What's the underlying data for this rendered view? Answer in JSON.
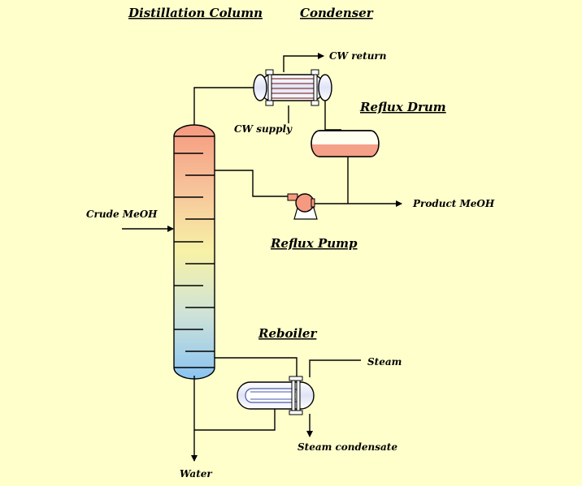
{
  "headings": {
    "distillation_column": "Distillation Column",
    "condenser": "Condenser",
    "reflux_drum": "Reflux Drum",
    "reflux_pump": "Reflux Pump",
    "reboiler": "Reboiler"
  },
  "streams": {
    "cw_return": "CW return",
    "cw_supply": "CW supply",
    "crude_meoh": "Crude MeOH",
    "product_meoh": "Product MeOH",
    "steam": "Steam",
    "steam_condensate": "Steam condensate",
    "water": "Water"
  },
  "colors": {
    "background": "#ffffcc",
    "column_top": "#f59a80",
    "column_middle": "#f7f2a6",
    "column_bottom": "#8ac4f2",
    "drum_liquid": "#f5a088",
    "exchanger_body": "#e8eaf6"
  }
}
